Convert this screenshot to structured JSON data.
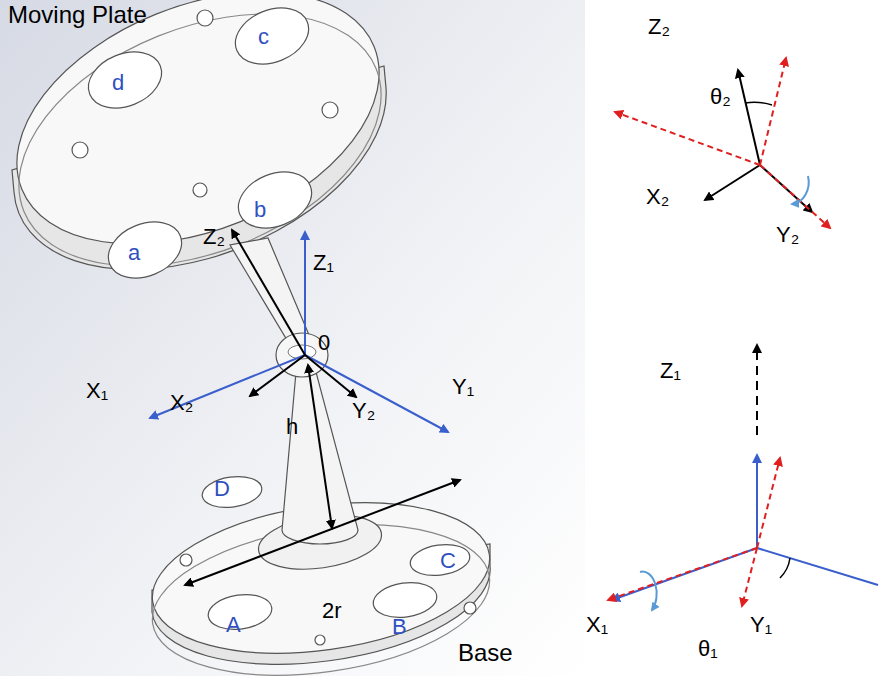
{
  "diagram": {
    "labels": [
      "Moving Plate",
      "d",
      "c",
      "a",
      "b",
      "Z₂",
      "Z₁",
      "0",
      "X₁",
      "X₂",
      "Y₂",
      "Y₁",
      "h",
      "D",
      "C",
      "2r",
      "A",
      "B",
      "Base",
      "Z₂",
      "θ₂",
      "X₂",
      "Y₂",
      "Z₁",
      "X₁",
      "θ₁",
      "Y₁"
    ]
  }
}
